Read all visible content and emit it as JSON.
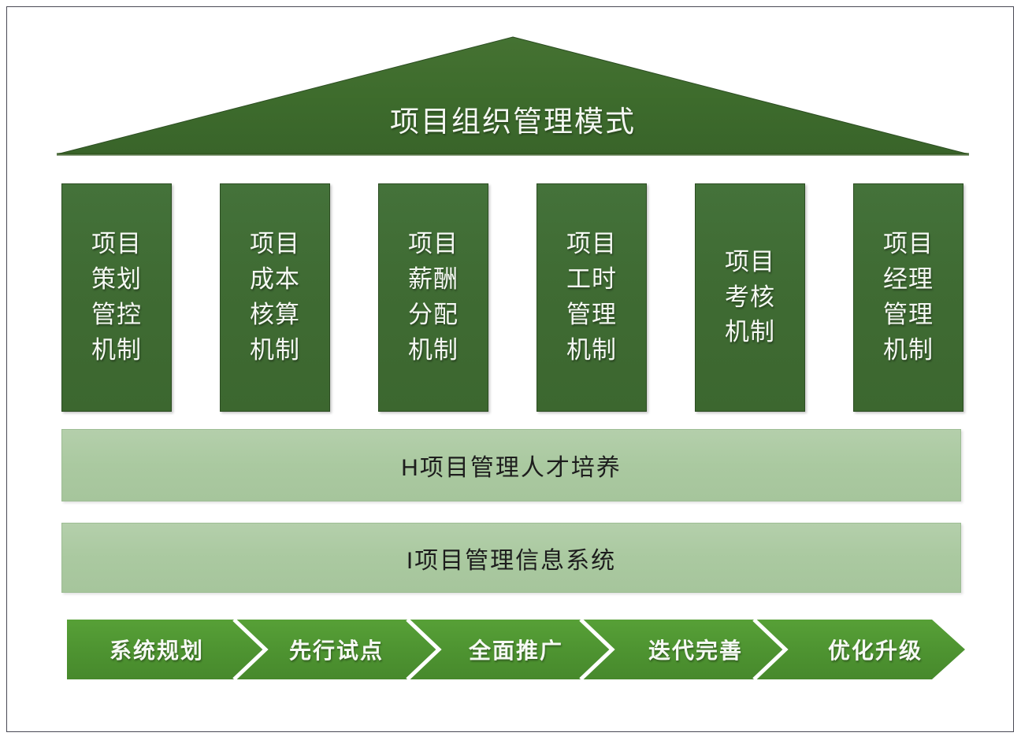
{
  "diagram": {
    "title": "项目组织管理模式",
    "roof": {
      "label": "项目组织管理模式",
      "fill_color": "#3d6b2c"
    },
    "pillars": [
      {
        "id": "pillar-1",
        "full_text": "项目策划管控机制",
        "lines": [
          "项目",
          "策划",
          "管控",
          "机制"
        ]
      },
      {
        "id": "pillar-2",
        "full_text": "项目成本核算机制",
        "lines": [
          "项目",
          "成本",
          "核算",
          "机制"
        ]
      },
      {
        "id": "pillar-3",
        "full_text": "项目薪酬分配机制",
        "lines": [
          "项目",
          "薪酬",
          "分配",
          "机制"
        ]
      },
      {
        "id": "pillar-4",
        "full_text": "项目工时管理机制",
        "lines": [
          "项目",
          "工时",
          "管理",
          "机制"
        ]
      },
      {
        "id": "pillar-5",
        "full_text": "项目考核机制",
        "lines": [
          "项目",
          "考核",
          "机制"
        ]
      },
      {
        "id": "pillar-6",
        "full_text": "项目经理管理机制",
        "lines": [
          "项目",
          "经理",
          "管理",
          "机制"
        ]
      }
    ],
    "pillar_color": "#3f6b33",
    "base_bars": [
      {
        "id": "bar-h",
        "label": "H项目管理人才培养"
      },
      {
        "id": "bar-i",
        "label": "I项目管理信息系统"
      }
    ],
    "base_bar_color": "#aac9a0",
    "process_steps": [
      {
        "id": "step-1",
        "label": "系统规划"
      },
      {
        "id": "step-2",
        "label": "先行试点"
      },
      {
        "id": "step-3",
        "label": "全面推广"
      },
      {
        "id": "step-4",
        "label": "迭代完善"
      },
      {
        "id": "step-5",
        "label": "优化升级"
      }
    ],
    "process_color": "#4e9431"
  }
}
